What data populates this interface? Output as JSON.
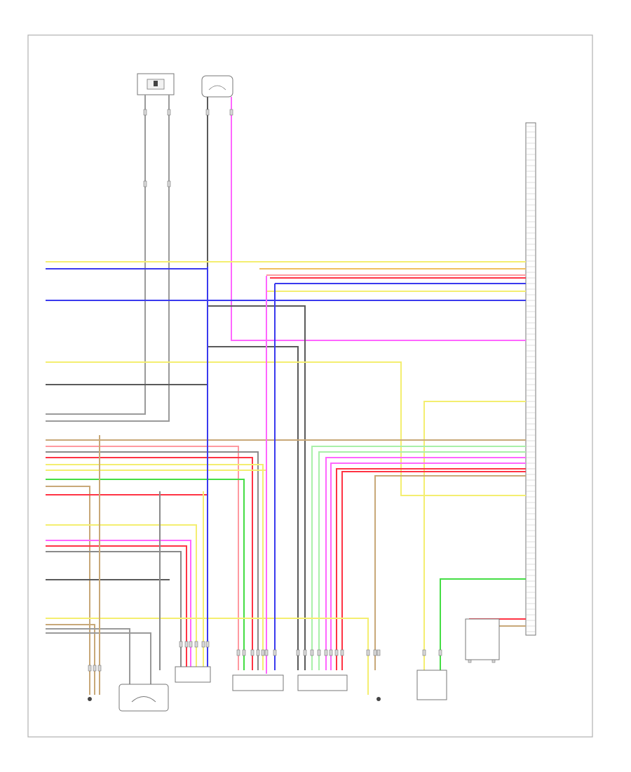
{
  "diagram": {
    "wire_colors": {
      "yellow": "#f4ee70",
      "blue": "#3a3aee",
      "pink": "#ff66ff",
      "red": "#ff3344",
      "light_red": "#ff9aa0",
      "gray": "#8a8a8a",
      "dark_gray": "#5a5a5a",
      "green": "#44dd44",
      "light_green": "#a8f0a8",
      "tan": "#c8a878",
      "orange": "#f0c060"
    },
    "components": [
      {
        "id": "left-rear-door-switch",
        "icon": "switch-icon"
      },
      {
        "id": "left-rear-door-speaker",
        "icon": "speaker-icon"
      },
      {
        "id": "ecu-connector-strip",
        "icon": "connector-icon"
      },
      {
        "id": "ground-left",
        "icon": "ground-icon"
      },
      {
        "id": "sensor-module",
        "icon": "sensor-icon"
      },
      {
        "id": "ecu-unit-a",
        "icon": "module-icon"
      },
      {
        "id": "ecu-unit-b",
        "icon": "module-icon"
      },
      {
        "id": "ecu-unit-c",
        "icon": "module-icon"
      },
      {
        "id": "ground-right",
        "icon": "ground-icon"
      },
      {
        "id": "fuse-block",
        "icon": "fuse-icon"
      },
      {
        "id": "relay-block",
        "icon": "relay-icon"
      }
    ]
  }
}
